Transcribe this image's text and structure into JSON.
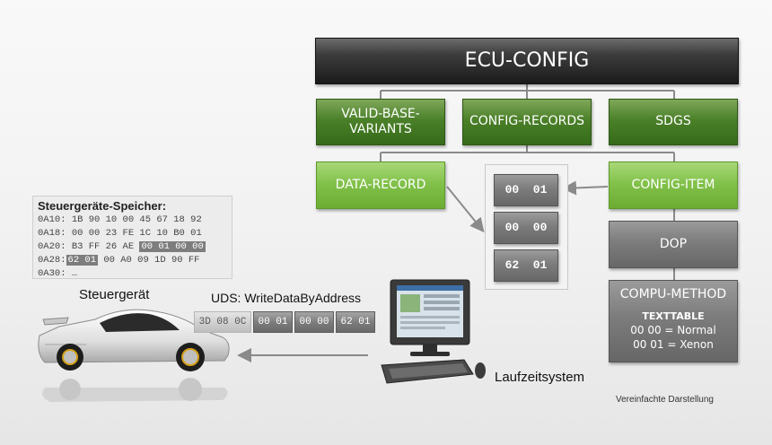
{
  "ecu_config": "ECU-CONFIG",
  "row2": [
    "VALID-BASE-\nVARIANTS",
    "CONFIG-RECORDS",
    "SDGS"
  ],
  "data_record": "DATA-RECORD",
  "config_item": "CONFIG-ITEM",
  "dop": "DOP",
  "compu_method": {
    "title": "COMPU-METHOD",
    "subtitle": "TEXTTABLE",
    "entries": [
      "00 00 = Normal",
      "00 01 = Xenon"
    ]
  },
  "records": [
    "00  01",
    "00  00",
    "62  01"
  ],
  "memory": {
    "title": "Steuergeräte-Speicher:",
    "lines": [
      {
        "addr": "0A10:",
        "data": " 1B 90 10 00 45 67 18 92",
        "highlight": ""
      },
      {
        "addr": "0A18:",
        "data": " 00 00 23 FE 1C 10 B0 01",
        "highlight": ""
      },
      {
        "addr": "0A20:",
        "data": " B3 FF 26 AE",
        "highlight": "00 01 00 00"
      },
      {
        "addr": "0A28:",
        "data": " 00 A0 09 1D 90 FF",
        "highlight": "62 01"
      },
      {
        "addr": "0A30:",
        "data": " …",
        "highlight": ""
      }
    ]
  },
  "steuergeraet_label": "Steuergerät",
  "uds_label": "UDS: WriteDataByAddress",
  "uds_bytes": [
    "3D 08 0C",
    "00 01",
    "00 00",
    "62 01"
  ],
  "laufzeitsystem_label": "Laufzeitsystem",
  "footnote": "Vereinfachte Darstellung",
  "colors": {
    "dark_box": "#2a2a2a",
    "green_dark": "#4b8029",
    "green_light": "#82c24b",
    "gray_box": "#7c7c7c",
    "connector": "#7a7a7a"
  },
  "icons": [
    "car-icon",
    "computer-icon"
  ]
}
